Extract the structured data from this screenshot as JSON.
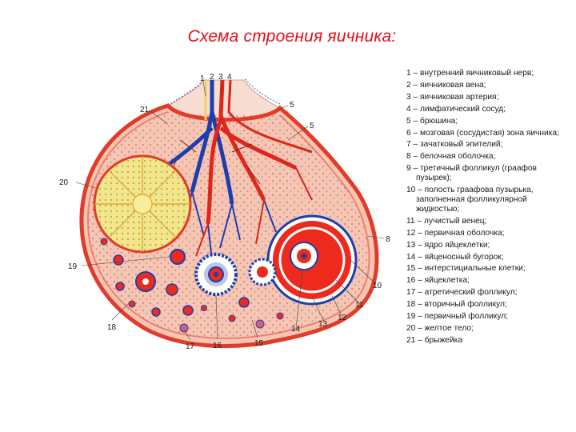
{
  "title": "Схема строения яичника:",
  "legend": [
    "1 – внутренний яичниковый нерв;",
    "2 – яичниковая вена;",
    "3 – яичниковая артерия;",
    "4 – лимфатический сосуд;",
    "5 – брюшина;",
    "6 – мозговая (сосудистая) зона яичника;",
    "7 – зачатковый эпителий;",
    "8 – белочная оболочка;",
    "9 – третичный фолликул (граафов пузырек);",
    "10 – полость граафова пузырька, заполненная фолликулярной жидкостью;",
    "11 – лучистый венец;",
    "12 – первичная оболочка;",
    "13 – ядро яйцеклетки;",
    "14 – яйценосный бугорок;",
    "15 – интерстициальные клетки;",
    "16 – яйцеклетка;",
    "17 – атретический фолликул;",
    "18 – вторичный фолликул;",
    "19 – первичный фолликул;",
    "20 – желтое тело;",
    "21 – брыжейка"
  ],
  "diagram_labels": {
    "l1": "1",
    "l2": "2",
    "l3": "3",
    "l4": "4",
    "l5a": "5",
    "l5b": "5",
    "l21": "21",
    "l20": "20",
    "l19": "19",
    "l18": "18",
    "l17": "17",
    "l16": "16",
    "l15": "15",
    "l14": "14",
    "l13": "13",
    "l12": "12",
    "l11": "11",
    "l10": "10",
    "l8": "8"
  },
  "colors": {
    "title": "#e0101a",
    "stroma": "#f4c6b3",
    "cortex_border": "#e23b2a",
    "artery": "#e0251c",
    "vein": "#1c3fb0",
    "corpus_luteum": "#f2e58a",
    "follicle_fluid": "#ee2a1c",
    "mesentery": "#f7ddd2"
  }
}
